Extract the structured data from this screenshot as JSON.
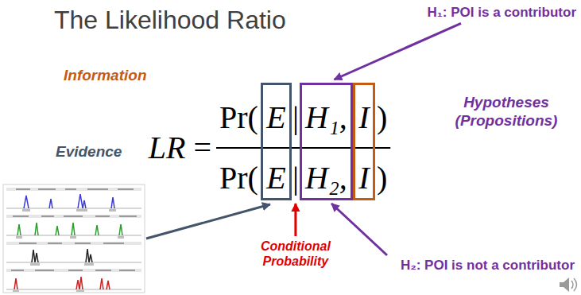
{
  "diagram": {
    "title": "The Likelihood Ratio",
    "nodes": [
      {
        "text": [
          "E",
          "E"
        ]
      },
      {
        "text": [
          "H₁,",
          "H₂,"
        ]
      },
      {
        "text": [
          "I",
          "I"
        ]
      }
    ],
    "labels": [
      "Information",
      "Evidence",
      "LR",
      "=",
      "Pr(",
      "|",
      ")",
      "Pr(",
      "|",
      ")",
      "H₁: POI is a contributor",
      "Hypotheses (Propositions)",
      "H₂: POI is not a contributor",
      "Conditional Probability"
    ]
  }
}
